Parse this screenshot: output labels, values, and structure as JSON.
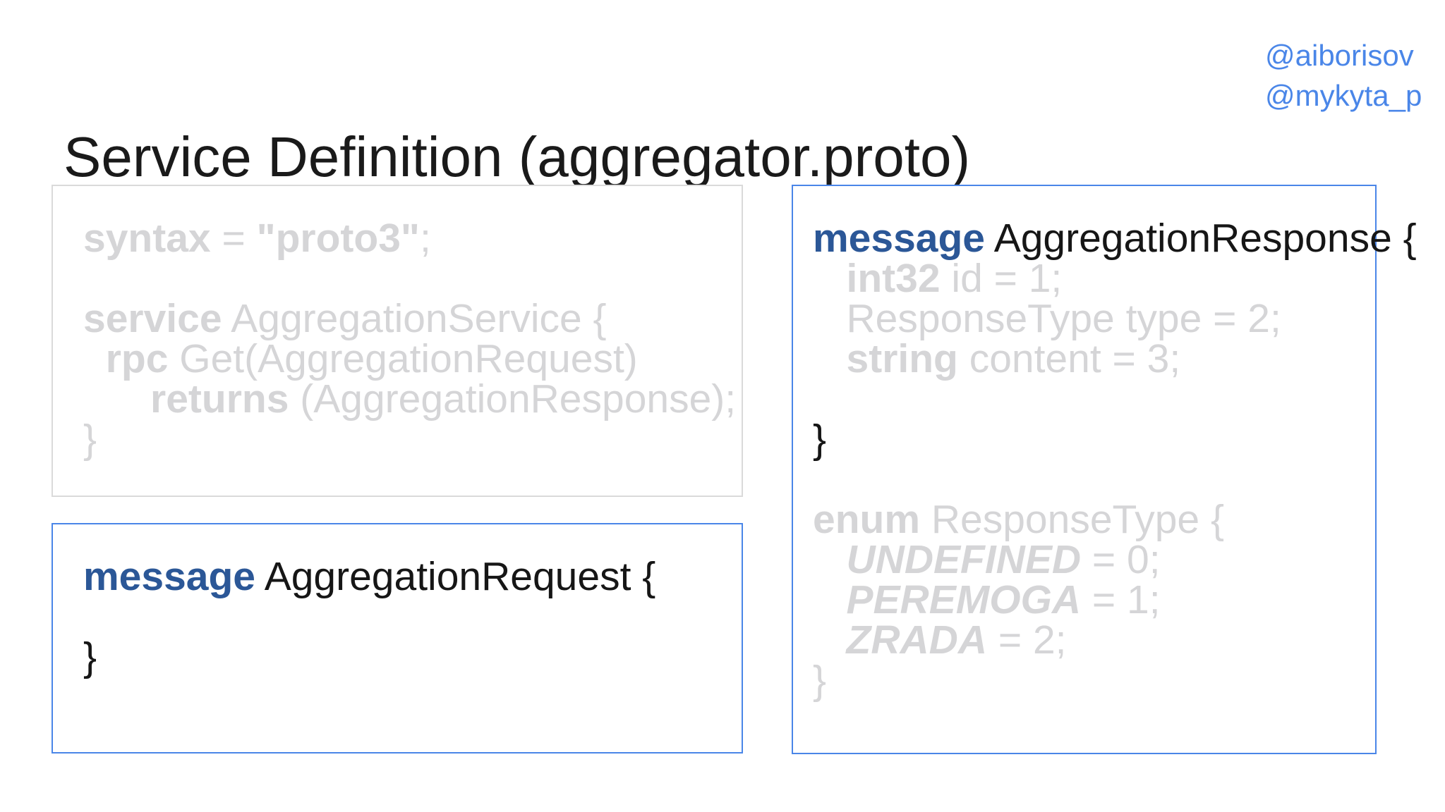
{
  "slide": {
    "title": "Service Definition (aggregator.proto)",
    "handles": [
      "@aiborisov",
      "@mykyta_p"
    ]
  },
  "colors": {
    "handle_blue": "#4a86e8",
    "keyword_blue": "#2b5797",
    "dim_gray": "#d5d5d7",
    "code_black": "#161616",
    "gray_border": "#dadada",
    "blue_border": "#4a86e8",
    "bg": "#ffffff"
  },
  "code_boxes": [
    {
      "name": "proto-syntax-and-service",
      "border": "gray",
      "lines": [
        [
          {
            "t": "syntax",
            "s": "kd"
          },
          {
            "t": " = ",
            "s": "d"
          },
          {
            "t": "\"proto3\"",
            "s": "kd"
          },
          {
            "t": ";",
            "s": "d"
          }
        ],
        [],
        [
          {
            "t": "service",
            "s": "kd"
          },
          {
            "t": " AggregationService {",
            "s": "d"
          }
        ],
        [
          {
            "t": "  ",
            "s": "d"
          },
          {
            "t": "rpc",
            "s": "kd"
          },
          {
            "t": " Get(AggregationRequest)",
            "s": "d"
          }
        ],
        [
          {
            "t": "      ",
            "s": "d"
          },
          {
            "t": "returns",
            "s": "kd"
          },
          {
            "t": " (AggregationResponse);",
            "s": "d"
          }
        ],
        [
          {
            "t": "}",
            "s": "d"
          }
        ]
      ]
    },
    {
      "name": "message-aggregation-request",
      "border": "blue",
      "lines": [
        [
          {
            "t": "message",
            "s": "kb"
          },
          {
            "t": " AggregationRequest {",
            "s": "p"
          }
        ],
        [],
        [
          {
            "t": "}",
            "s": "p"
          }
        ]
      ]
    },
    {
      "name": "message-aggregation-response",
      "border": "blue",
      "lines": [
        [
          {
            "t": "message",
            "s": "kb"
          },
          {
            "t": " AggregationResponse {",
            "s": "p"
          }
        ],
        [
          {
            "t": "   ",
            "s": "d"
          },
          {
            "t": "int32",
            "s": "kd"
          },
          {
            "t": " id = 1;",
            "s": "d"
          }
        ],
        [
          {
            "t": "   ResponseType type = 2;",
            "s": "d"
          }
        ],
        [
          {
            "t": "   ",
            "s": "d"
          },
          {
            "t": "string",
            "s": "kd"
          },
          {
            "t": " content = 3;",
            "s": "d"
          }
        ],
        [],
        [
          {
            "t": "}",
            "s": "p"
          }
        ],
        [],
        [
          {
            "t": "enum",
            "s": "kd"
          },
          {
            "t": " ResponseType {",
            "s": "d"
          }
        ],
        [
          {
            "t": "   ",
            "s": "d"
          },
          {
            "t": "UNDEFINED",
            "s": "ed"
          },
          {
            "t": " = 0;",
            "s": "d"
          }
        ],
        [
          {
            "t": "   ",
            "s": "d"
          },
          {
            "t": "PEREMOGA",
            "s": "ed"
          },
          {
            "t": " = 1;",
            "s": "d"
          }
        ],
        [
          {
            "t": "   ",
            "s": "d"
          },
          {
            "t": "ZRADA",
            "s": "ed"
          },
          {
            "t": " = 2;",
            "s": "d"
          }
        ],
        [
          {
            "t": "}",
            "s": "d"
          }
        ]
      ]
    }
  ]
}
